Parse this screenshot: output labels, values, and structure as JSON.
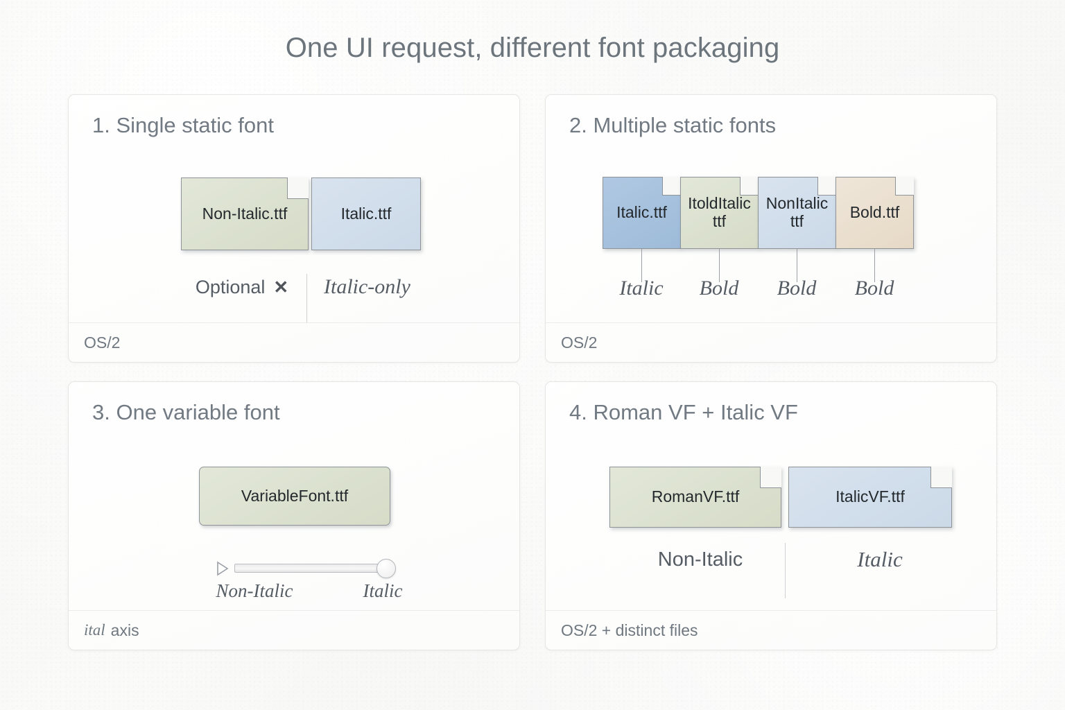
{
  "title": "One UI request, different font packaging",
  "panels": [
    {
      "heading": "1. Single static font",
      "footer": "OS/2",
      "files": [
        {
          "name": "Non-Italic.ttf",
          "color": "green"
        },
        {
          "name": "Italic.ttf",
          "color": "blue"
        }
      ],
      "labels": [
        {
          "text": "Optional",
          "mark": "✕",
          "style": "upright"
        },
        {
          "text": "Italic-only",
          "style": "italic-serif"
        }
      ]
    },
    {
      "heading": "2. Multiple static fonts",
      "footer": "OS/2",
      "files": [
        {
          "name": "Italic.ttf",
          "color": "bluedark"
        },
        {
          "name": "ItoldItalic\nttf",
          "color": "green"
        },
        {
          "name": "NonItalic\nttf",
          "color": "blue"
        },
        {
          "name": "Bold.ttf",
          "color": "tan"
        }
      ],
      "labels": [
        {
          "text": "Italic",
          "style": "italic-serif"
        },
        {
          "text": "Bold",
          "style": "italic-serif"
        },
        {
          "text": "Bold",
          "style": "italic-serif"
        },
        {
          "text": "Bold",
          "style": "italic-serif"
        }
      ]
    },
    {
      "heading": "3. One variable font",
      "footer_italic": "ital",
      "footer_rest": "axis",
      "files": [
        {
          "name": "VariableFont.ttf",
          "color": "green"
        }
      ],
      "slider": {
        "left_label": "Non-Italic",
        "right_label": "Italic",
        "value_position": "right"
      }
    },
    {
      "heading": "4. Roman VF + Italic VF",
      "footer": "OS/2 + distinct files",
      "files": [
        {
          "name": "RomanVF.ttf",
          "color": "green"
        },
        {
          "name": "ItalicVF.ttf",
          "color": "blue"
        }
      ],
      "labels": [
        {
          "text": "Non-Italic",
          "style": "upright"
        },
        {
          "text": "Italic",
          "style": "italic-serif"
        }
      ]
    }
  ],
  "colors": {
    "background": "#f7f7f6",
    "title_text": "#6c747c",
    "panel_border": "#e6e6e4",
    "card_green": "#dde2d2",
    "card_blue": "#d3e0ec",
    "card_blue_dark": "#a8c4e0",
    "card_tan": "#ece2d4",
    "card_outline": "#8e9398",
    "label_text": "#555c63"
  }
}
